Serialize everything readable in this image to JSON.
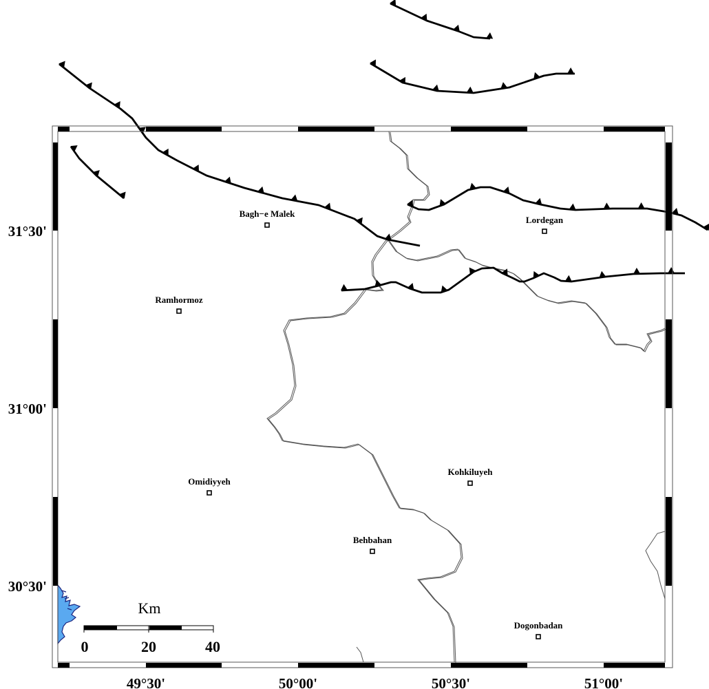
{
  "map": {
    "longitude_labels": [
      "49°30'",
      "50°00'",
      "50°30'",
      "51°00'"
    ],
    "latitude_labels": [
      "31°30'",
      "31°00'",
      "30°30'"
    ],
    "cities": [
      {
        "name": "Bagh−e Malek"
      },
      {
        "name": "Lordegan"
      },
      {
        "name": "Ramhormoz"
      },
      {
        "name": "Omidiyyeh"
      },
      {
        "name": "Kohkiluyeh"
      },
      {
        "name": "Behbahan"
      },
      {
        "name": "Dogonbadan"
      }
    ],
    "scale_bar": {
      "unit": "Km",
      "labels": [
        "0",
        "20",
        "40"
      ]
    },
    "colors": {
      "water_fill": "#5aa9f0",
      "water_outline": "#1a237e",
      "fault": "#000000",
      "river": "#555555"
    }
  }
}
